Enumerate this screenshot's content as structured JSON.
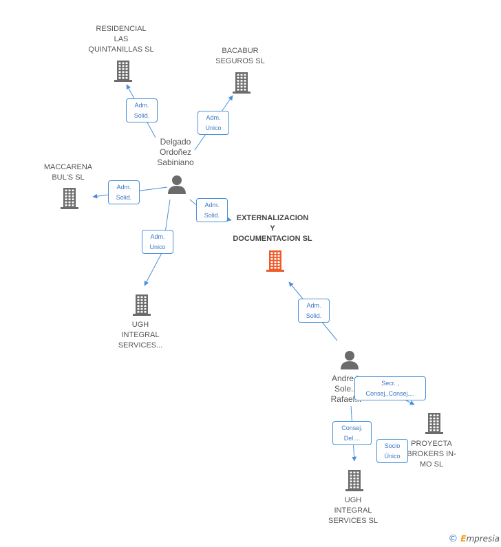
{
  "companies": [
    {
      "id": "residencial",
      "label": "RESIDENCIAL\nLAS\nQUINTANILLAS SL",
      "color": "#6b6b6b"
    },
    {
      "id": "bacabur",
      "label": "BACABUR\nSEGUROS  SL",
      "color": "#6b6b6b"
    },
    {
      "id": "maccarena",
      "label": "MACCARENA\nBUL'S SL",
      "color": "#6b6b6b"
    },
    {
      "id": "externalizacion",
      "label": "EXTERNALIZACION\nY\nDOCUMENTACION SL",
      "color": "#f05a28"
    },
    {
      "id": "ugh1",
      "label": "UGH\nINTEGRAL\nSERVICES...",
      "color": "#6b6b6b"
    },
    {
      "id": "proyecta",
      "label": "PROYECTA\nBROKERS IN-\nMO SL",
      "color": "#6b6b6b"
    },
    {
      "id": "ugh2",
      "label": "UGH\nINTEGRAL\nSERVICES SL",
      "color": "#6b6b6b"
    }
  ],
  "people": [
    {
      "id": "delgado",
      "label": "Delgado\nOrdoñez\nSabiniano"
    },
    {
      "id": "andres",
      "label": "Andre...\nSole...\nRafael..."
    }
  ],
  "edges": [
    {
      "label": "Adm.\nSolid."
    },
    {
      "label": "Adm.\nUnico"
    },
    {
      "label": "Adm.\nSolid."
    },
    {
      "label": "Adm.\nSolid."
    },
    {
      "label": "Adm.\nUnico"
    },
    {
      "label": "Adm.\nSolid."
    },
    {
      "label": "Secr. ,\nConsej.,Consej...."
    },
    {
      "label": "Consej.\nDel...."
    },
    {
      "label": "Socio\nÚnico"
    }
  ],
  "colors": {
    "edge": "#4a90d9",
    "building": "#6b6b6b",
    "focus": "#f05a28",
    "person": "#6b6b6b"
  },
  "footer": {
    "copyright": "©",
    "brand_initial": "E",
    "brand_rest": "mpresia"
  }
}
